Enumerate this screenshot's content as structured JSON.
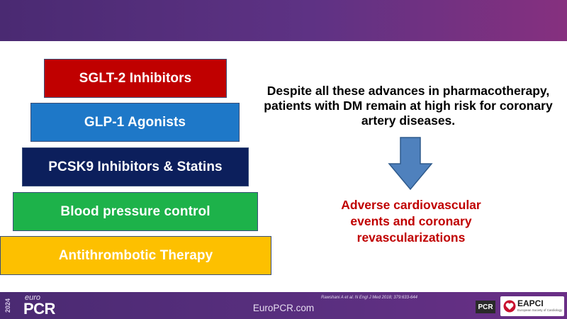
{
  "slide": {
    "pyramid": [
      {
        "label": "SGLT-2 Inhibitors",
        "color": "#c00000"
      },
      {
        "label": "GLP-1 Agonists",
        "color": "#1e78c8"
      },
      {
        "label": "PCSK9 Inhibitors & Statins",
        "color": "#0c1f5c"
      },
      {
        "label": "Blood pressure control",
        "color": "#1db24a"
      },
      {
        "label": "Antithrombotic Therapy",
        "color": "#fdc000"
      }
    ],
    "statement": "Despite all these advances in pharmacotherapy, patients with DM remain at high risk for coronary artery diseases.",
    "outcome": "Adverse cardiovascular events and coronary revascularizations",
    "arrow_icon": "down-arrow-icon"
  },
  "footer": {
    "logo": {
      "year": "2024",
      "euro": "euro",
      "pcr": "PCR"
    },
    "site": "EuroPCR.com",
    "reference": "Rawshani A et al. N Engl J Med 2018; 379:633-644",
    "pcr_badge": "PCR",
    "eapci_label": "EAPCI",
    "eapci_sub": "European Society of Cardiology"
  },
  "colors": {
    "header_purple": "#5e3284",
    "outcome_red": "#c00000",
    "arrow_blue": "#4f81bd"
  }
}
